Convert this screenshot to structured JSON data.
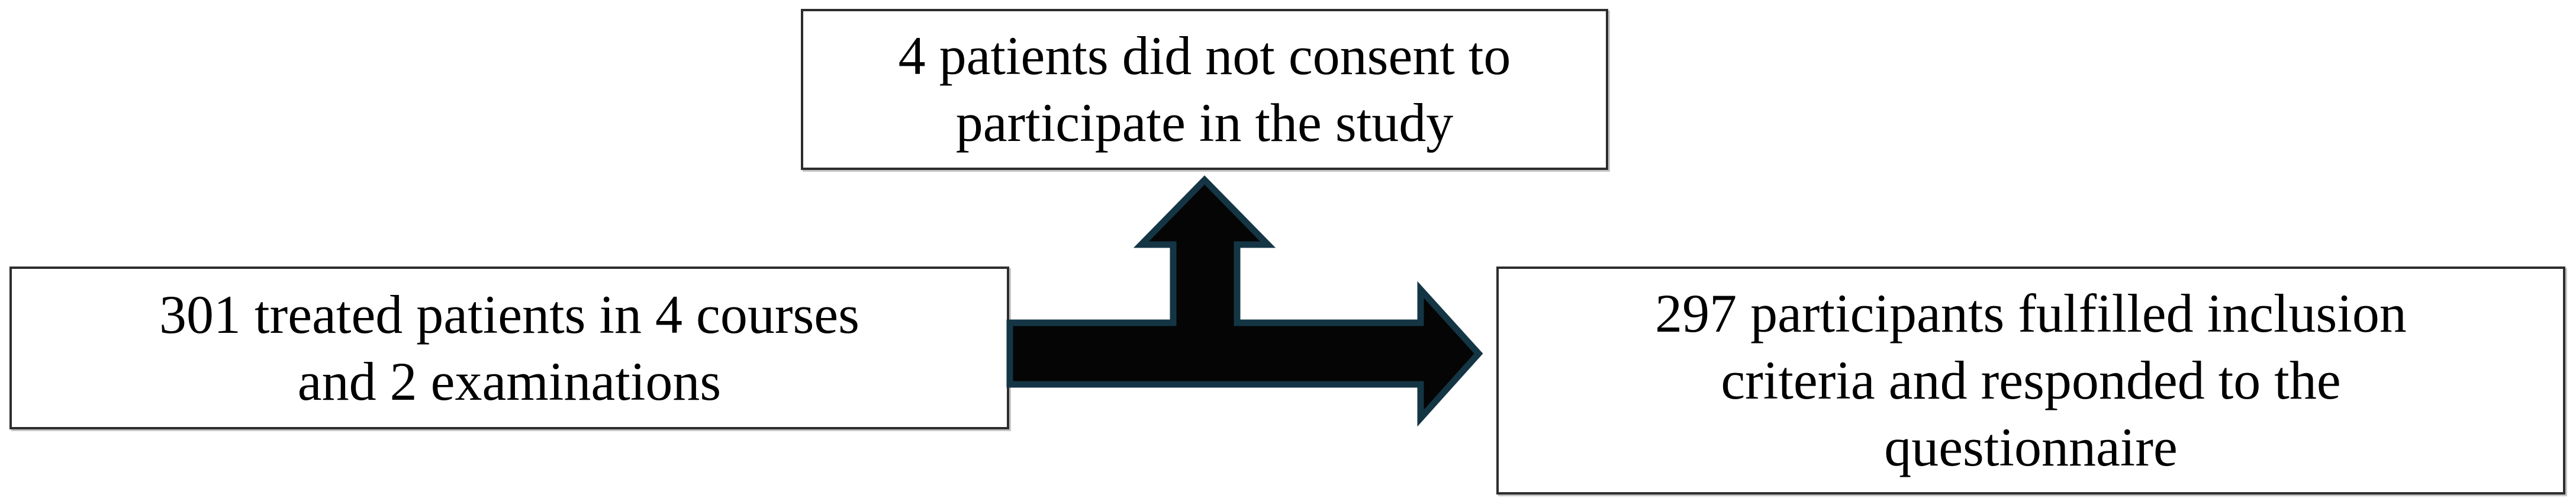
{
  "figure": {
    "type": "study-flow-diagram",
    "colors": {
      "background": "#ffffff",
      "text": "#000000",
      "box_border": "#2d2d2d",
      "box_shadow": "#8f8f8f",
      "arrow_fill": "#050505",
      "arrow_outline": "#143544"
    },
    "boxes": {
      "treated": {
        "lines": [
          "301 treated patients in 4 courses",
          "and 2 examinations"
        ]
      },
      "no_consent": {
        "lines": [
          "4 patients did not consent to",
          "participate in the study"
        ]
      },
      "included": {
        "lines": [
          "297 participants fulfilled inclusion",
          "criteria and responded to the",
          "questionnaire"
        ]
      }
    }
  }
}
